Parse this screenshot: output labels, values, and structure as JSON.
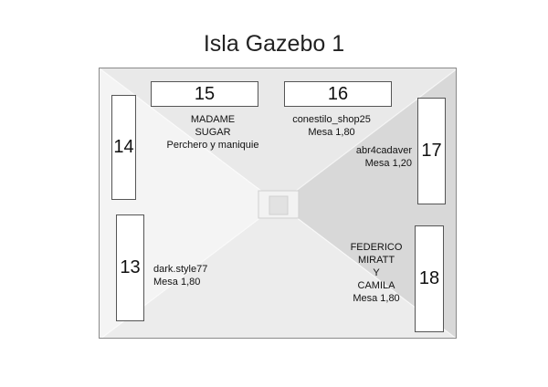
{
  "title": "Isla Gazebo 1",
  "stands": [
    {
      "number": "14",
      "lines": []
    },
    {
      "number": "15",
      "lines": [
        "MADAME",
        "SUGAR",
        "Perchero y maniquie"
      ]
    },
    {
      "number": "16",
      "lines": [
        "conestilo_shop25",
        "Mesa 1,80"
      ]
    },
    {
      "number": "17",
      "lines": [
        "abr4cadaver",
        "Mesa 1,20"
      ]
    },
    {
      "number": "13",
      "lines": [
        "dark.style77",
        "Mesa 1,80"
      ]
    },
    {
      "number": "18",
      "lines": [
        "FEDERICO",
        "MIRATT",
        "Y",
        "CAMILA",
        "Mesa 1,80"
      ]
    }
  ]
}
